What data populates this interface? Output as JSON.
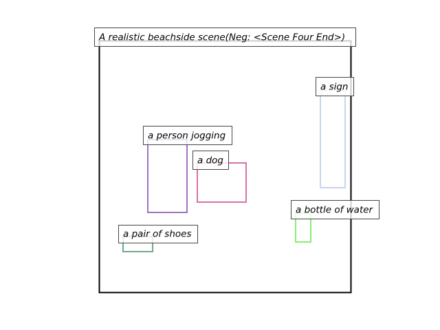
{
  "scene": {
    "title": "A realistic beachside scene(Neg: <Scene Four End>)"
  },
  "boxes": [
    {
      "id": "sign",
      "label": "a sign",
      "color": "#c6d4f2"
    },
    {
      "id": "person-jogging",
      "label": "a person jogging",
      "color": "#a070c0"
    },
    {
      "id": "dog",
      "label": "a dog",
      "color": "#d870a8"
    },
    {
      "id": "bottle-of-water",
      "label": "a bottle of water",
      "color": "#88ee70"
    },
    {
      "id": "pair-of-shoes",
      "label": "a pair of shoes",
      "color": "#70a888"
    }
  ]
}
